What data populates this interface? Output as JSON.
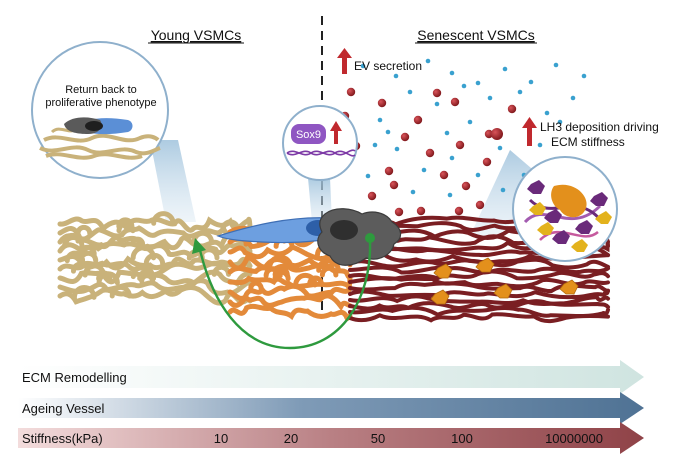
{
  "headers": {
    "left": "Young VSMCs",
    "right": "Senescent VSMCs"
  },
  "callouts": {
    "return_line1": "Return back to",
    "return_line2": "proliferative phenotype",
    "sox9": "Sox9",
    "ev": "EV secretion",
    "lh3_line1": "LH3 deposition driving",
    "lh3_line2": "ECM stiffness"
  },
  "bars": [
    {
      "label": "ECM Remodelling",
      "color_start": "#ffffff",
      "color_end": "#cfe4e0"
    },
    {
      "label": "Ageing Vessel",
      "color_start": "#ffffff",
      "color_end": "#4f7294"
    },
    {
      "label": "Stiffness(kPa)",
      "color_start": "#f3dcdc",
      "color_end": "#8f4247"
    }
  ],
  "stiffness_ticks": [
    "10",
    "20",
    "50",
    "100",
    "10000000"
  ],
  "colors": {
    "young_ecm": "#c9b27a",
    "mid_ecm": "#e38a3a",
    "senescent_ecm": "#7a1e22",
    "young_cell": "#5b8fd6",
    "senescent_cell": "#5e5e5e",
    "ev_red": "#a3252a",
    "ev_blue": "#3aa1cf",
    "arrow_red": "#c0292e",
    "curve_green": "#2e9a3e",
    "sox9_purple": "#8f56c2",
    "lh3_orange": "#e3901c"
  },
  "icons": [
    "up-arrow-icon",
    "green-curve-arrow-icon",
    "dashed-divider-icon"
  ]
}
